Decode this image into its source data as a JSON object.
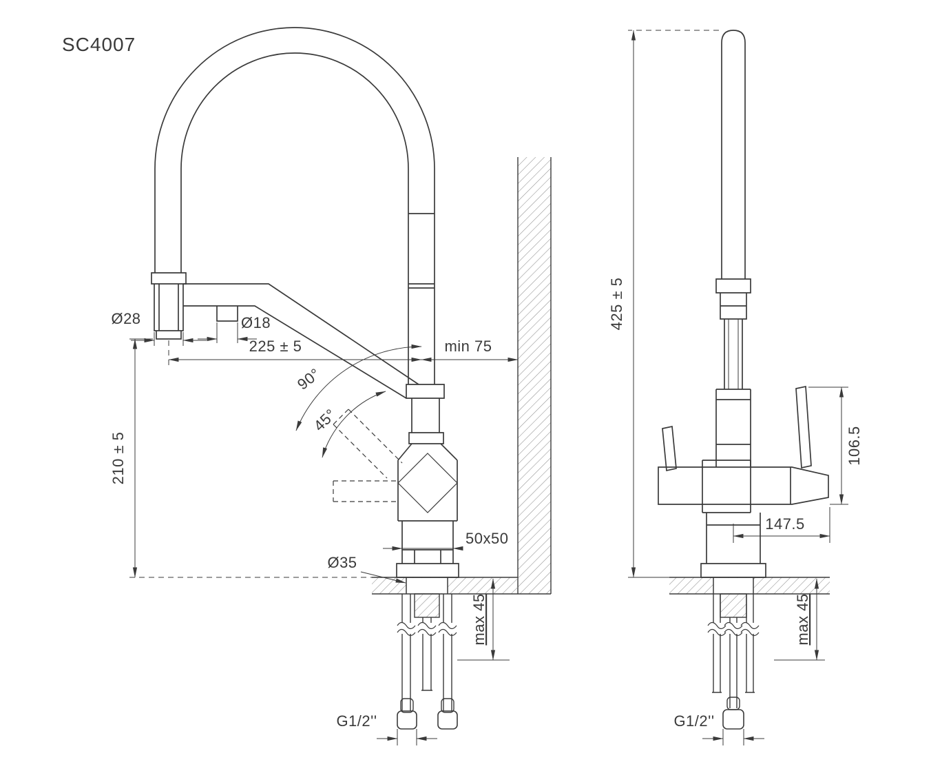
{
  "title": "SC4007",
  "colors": {
    "line": "#3a3a3a",
    "hatch": "#8a8a8a",
    "background": "#ffffff"
  },
  "side_view": {
    "labels": {
      "spout_diameter": "Ø28",
      "aerator_diameter": "Ø18",
      "spout_reach": "225 ± 5",
      "min_wall_distance": "min 75",
      "swivel_angle_90": "90°",
      "swivel_angle_45": "45°",
      "outlet_height": "210 ± 5",
      "body_section": "50x50",
      "mounting_hole": "Ø35",
      "max_deck_thickness": "max 45",
      "connection_thread": "G1/2''"
    }
  },
  "front_view": {
    "labels": {
      "total_height": "425 ± 5",
      "handle_height": "106.5",
      "handle_reach": "147.5",
      "max_deck_thickness": "max 45",
      "connection_thread": "G1/2''"
    }
  }
}
